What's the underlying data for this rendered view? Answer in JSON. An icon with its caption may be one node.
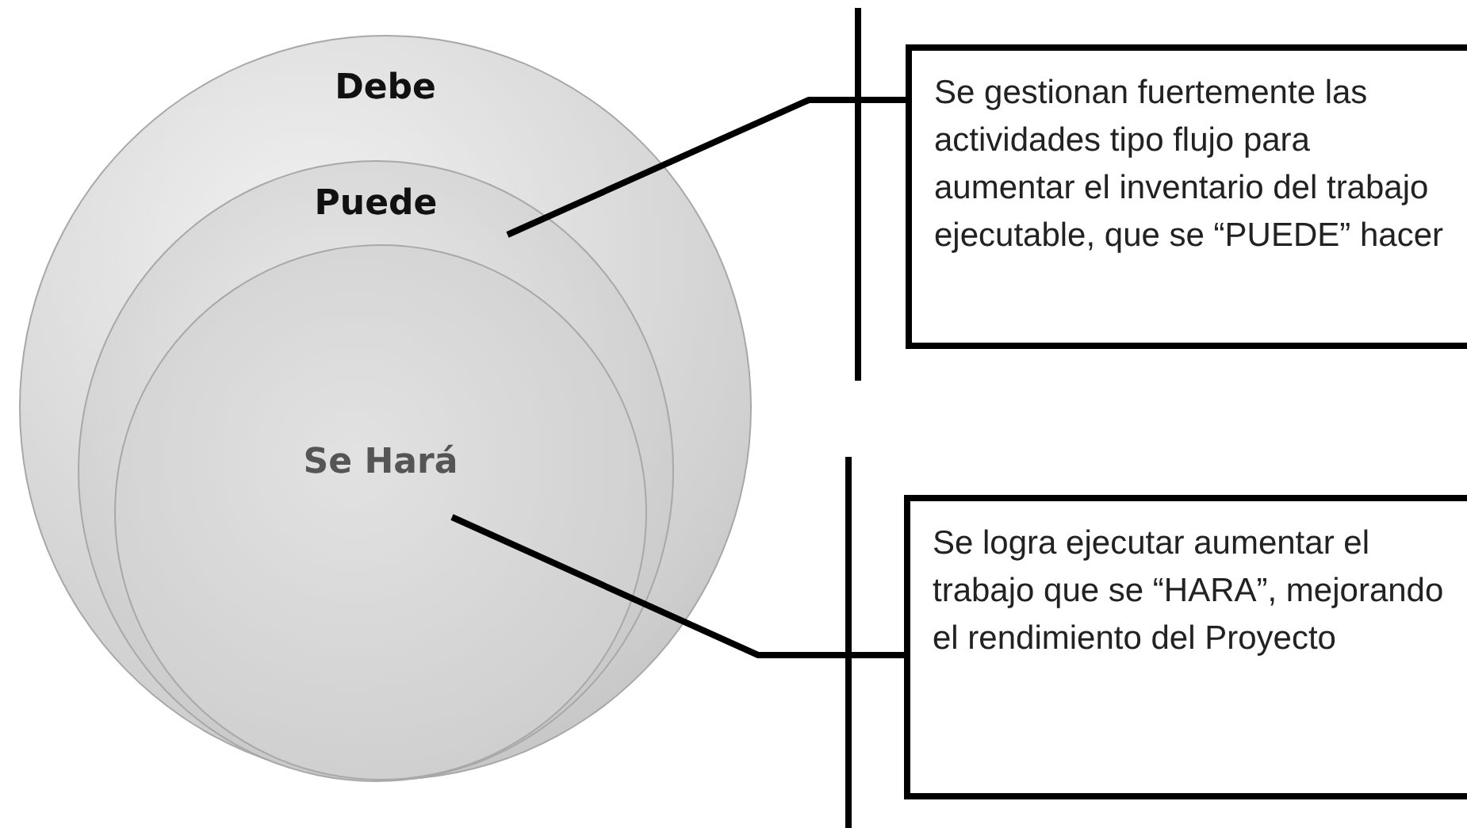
{
  "diagram": {
    "nodes": [
      {
        "text": [
          "Debe"
        ]
      },
      {
        "text": [
          "Puede"
        ],
        "in": 0
      },
      {
        "text": [
          "Se Hará"
        ],
        "in": 1
      },
      {
        "text": [
          "Se gestionan fuertemente las actividades tipo flujo para aumentar el inventario del trabajo ejecutable, que se “PUEDE” hacer"
        ]
      },
      {
        "text": [
          "Se logra ejecutar aumentar el trabajo que se “HARA”, mejorando el rendimiento del Proyecto"
        ]
      }
    ],
    "edges": [
      {
        "from": 3,
        "to": 1,
        "arrow": "none"
      },
      {
        "from": 4,
        "to": 2,
        "arrow": "none"
      }
    ]
  }
}
